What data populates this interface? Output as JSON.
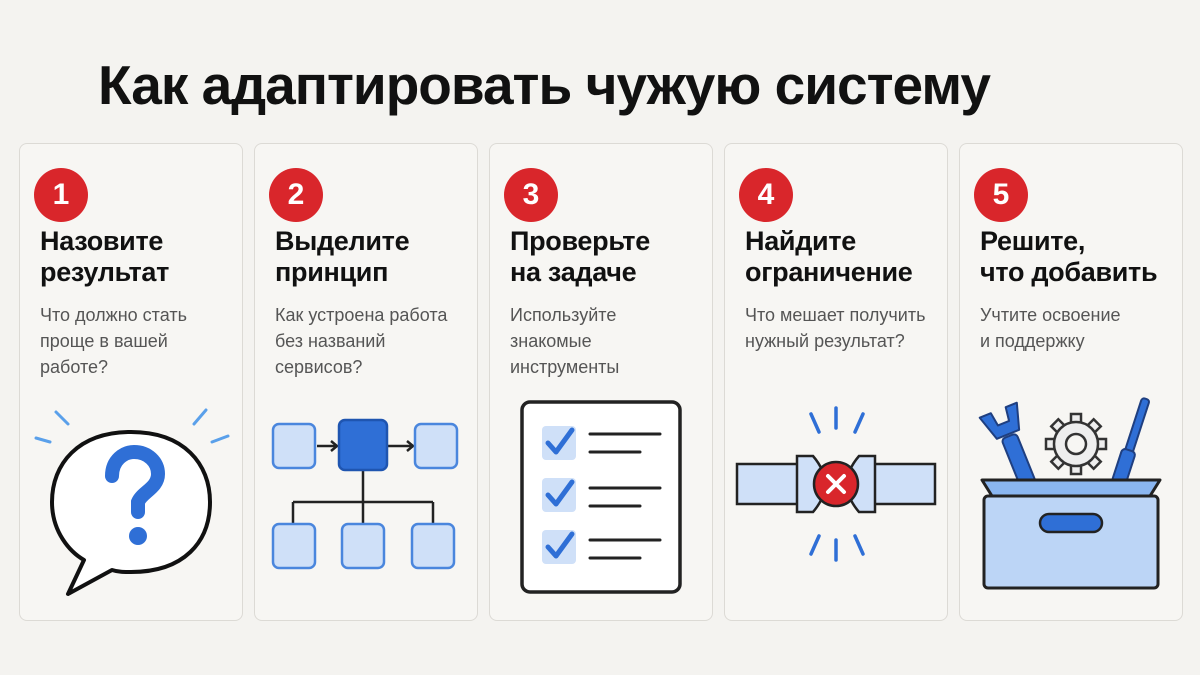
{
  "title": "Как адаптировать чужую систему",
  "accent_color": "#d9262b",
  "icon_color": "#2f6fd6",
  "steps": [
    {
      "number": "1",
      "title_lines": [
        "Назовите",
        "результат"
      ],
      "desc_lines": [
        "Что должно стать",
        "проще в вашей",
        "работе?"
      ],
      "icon": "question-speech-bubble-icon"
    },
    {
      "number": "2",
      "title_lines": [
        "Выделите",
        "принцип"
      ],
      "desc_lines": [
        "Как устроена работа",
        "без названий",
        "сервисов?"
      ],
      "icon": "flow-diagram-icon"
    },
    {
      "number": "3",
      "title_lines": [
        "Проверьте",
        "на задаче"
      ],
      "desc_lines": [
        "Используйте",
        "знакомые",
        "инструменты"
      ],
      "icon": "checklist-icon"
    },
    {
      "number": "4",
      "title_lines": [
        "Найдите",
        "ограничение"
      ],
      "desc_lines": [
        "Что мешает получить",
        "нужный результат?"
      ],
      "icon": "blocked-pipe-icon"
    },
    {
      "number": "5",
      "title_lines": [
        "Решите,",
        "что добавить"
      ],
      "desc_lines": [
        "Учтите освоение",
        "и поддержку"
      ],
      "icon": "toolbox-icon"
    }
  ]
}
